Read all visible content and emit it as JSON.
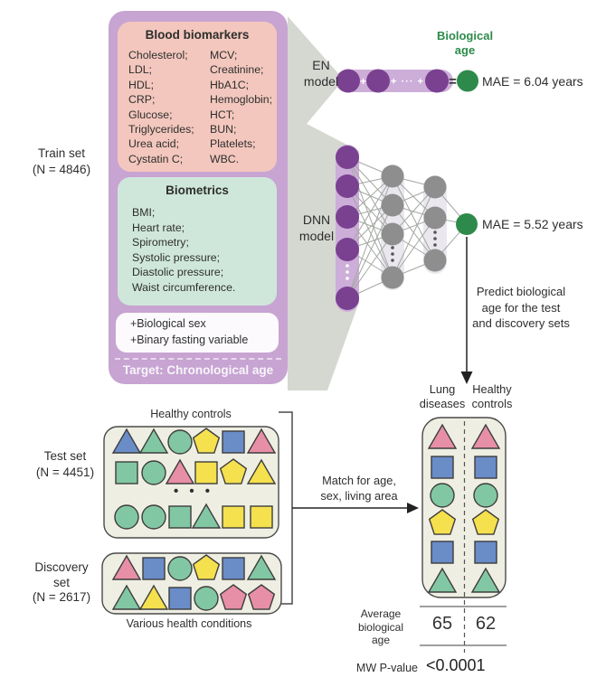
{
  "train_set": {
    "label": [
      "Train set",
      "(N = 4846)"
    ]
  },
  "blood_biomarkers": {
    "title": "Blood biomarkers",
    "col1": [
      "Cholesterol;",
      "LDL;",
      "HDL;",
      "CRP;",
      "Glucose;",
      "Triglycerides;",
      "Urea acid;",
      "Cystatin C;"
    ],
    "col2": [
      "MCV;",
      "Creatinine;",
      "HbA1C;",
      "Hemoglobin;",
      "HCT;",
      "BUN;",
      "Platelets;",
      "WBC."
    ]
  },
  "biometrics": {
    "title": "Biometrics",
    "items": [
      "BMI;",
      "Heart rate;",
      "Spirometry;",
      "Systolic pressure;",
      "Diastolic pressure;",
      "Waist circumference."
    ]
  },
  "extra_vars": {
    "items": [
      "+Biological sex",
      "+Binary fasting variable"
    ]
  },
  "target": {
    "label": "Target: Chronological age"
  },
  "biological_age_label": [
    "Biological",
    "age"
  ],
  "en_model": {
    "label": [
      "EN",
      "model"
    ],
    "plus": "+",
    "plus_dots": "+ ··· +",
    "equals": "=",
    "mae": "MAE = 6.04 years"
  },
  "dnn_model": {
    "label": [
      "DNN",
      "model"
    ],
    "mae": "MAE = 5.52 years"
  },
  "predict_note": [
    "Predict biological",
    "age for the test",
    "and discovery sets"
  ],
  "test_set": {
    "label": [
      "Test set",
      "(N = 4451)"
    ],
    "caption": "Healthy controls",
    "dots": "• • •",
    "rows": [
      [
        "triangle:blue",
        "triangle:green",
        "circle:green",
        "pentagon:yellow",
        "square:blue",
        "triangle:pink"
      ],
      [
        "square:green",
        "circle:green",
        "triangle:pink",
        "square:yellow",
        "pentagon:yellow",
        "triangle:yellow"
      ],
      [
        "circle:green",
        "circle:green",
        "square:green",
        "triangle:green",
        "square:yellow",
        "square:yellow"
      ]
    ]
  },
  "discovery_set": {
    "label": [
      "Discovery",
      "set",
      "(N = 2617)"
    ],
    "caption": "Various health conditions",
    "rows": [
      [
        "triangle:pink",
        "square:blue",
        "circle:green",
        "pentagon:yellow",
        "square:blue",
        "triangle:green"
      ],
      [
        "triangle:green",
        "triangle:yellow",
        "square:blue",
        "circle:green",
        "pentagon:pink",
        "pentagon:pink"
      ]
    ]
  },
  "match_note": [
    "Match for age,",
    "sex, living area"
  ],
  "matched_box": {
    "header_left": [
      "Lung",
      "diseases"
    ],
    "header_right": [
      "Healthy",
      "controls"
    ],
    "columns": [
      [
        "triangle:pink",
        "square:blue",
        "circle:green",
        "pentagon:yellow",
        "square:blue",
        "triangle:green"
      ],
      [
        "triangle:pink",
        "square:blue",
        "circle:green",
        "pentagon:yellow",
        "square:blue",
        "triangle:green"
      ]
    ]
  },
  "results": {
    "avg_label": [
      "Average",
      "biological",
      "age"
    ],
    "values": [
      "65",
      "62"
    ],
    "stat_label": "MW P-value",
    "stat_value": "<0.0001"
  },
  "colors": {
    "accent_green": "#2d8a4a",
    "node_purple": "#7a4190",
    "node_gray": "#8e8e8e",
    "node_green": "#2e8a4b",
    "funnel_gray": "#d5d8d1",
    "panel_purple": "#c7a4d2",
    "panel_pink": "#f3c7bd",
    "panel_green": "#cfe7db",
    "box_cream": "#efeee3"
  },
  "shape_colors": {
    "blue": "#6a8dc8",
    "green": "#82c7a3",
    "yellow": "#f5e04e",
    "pink": "#e78fa6"
  }
}
